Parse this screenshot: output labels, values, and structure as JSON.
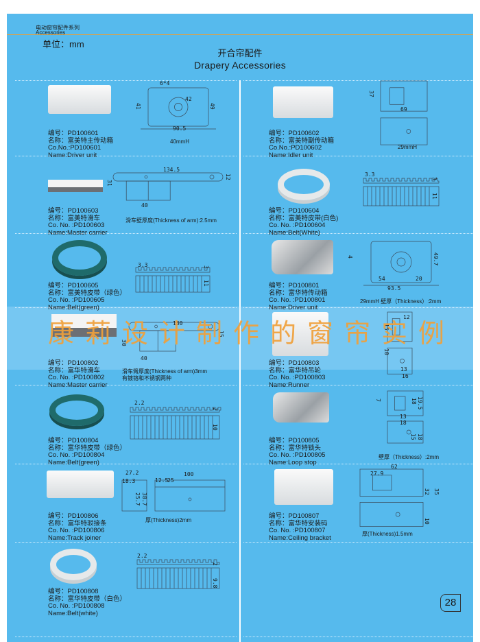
{
  "header": {
    "series_cn": "电动窗帘配件系列",
    "series_en": "Accessories",
    "unit": "单位：mm",
    "title_cn": "开合帘配件",
    "title_en": "Drapery Accessories"
  },
  "watermark": "康莉设计制作的窗帘实例",
  "page_number": "28",
  "colors": {
    "background": "#56baed",
    "rule": "#d9a24a",
    "watermark": "#f0a03a"
  },
  "products": [
    {
      "id": "PD100601",
      "code": "编号：PD100601",
      "name_cn": "名称：富美特主传动箱",
      "co_no": "Co.No.:PD100601",
      "name_en": "Name:Driver unit",
      "dims": [
        "6*4",
        "42",
        "41",
        "49",
        "90.5"
      ],
      "note": [
        "40mmH"
      ]
    },
    {
      "id": "PD100602",
      "code": "编号：PD100602",
      "name_cn": "名称：富美特副传动箱",
      "co_no": "Co.No.:PD100602",
      "name_en": "Name:Idler unit",
      "dims": [
        "37",
        "69"
      ],
      "note": [
        "29mmH"
      ]
    },
    {
      "id": "PD100603",
      "code": "编号：PD100603",
      "name_cn": "名称：富美特滑车",
      "co_no": "Co. No. :PD100603",
      "name_en": "Name:Master carrier",
      "dims": [
        "134.5",
        "12",
        "31",
        "40"
      ],
      "note": [
        "滑车壁厚度(Thickness of arm):2.5mm"
      ]
    },
    {
      "id": "PD100604",
      "code": "编号：PD100604",
      "name_cn": "名称：富美特皮带(白色)",
      "co_no": "Co. No. :PD100604",
      "name_en": "Name:Belt(White)",
      "dims": [
        "3.3",
        "3",
        "11"
      ],
      "note": []
    },
    {
      "id": "PD100605",
      "code": "编号：PD100605",
      "name_cn": "名称：富美特皮带（绿色）",
      "co_no": "Co. No. :PD100605",
      "name_en": "Name:Belt(green)",
      "dims": [
        "3.3",
        "3",
        "11"
      ],
      "note": []
    },
    {
      "id": "PD100801",
      "code": "编号：PD100801",
      "name_cn": "名称：富华特传动箱",
      "co_no": "Co. No. :PD100801",
      "name_en": "Name:Driver unit",
      "dims": [
        "4",
        "49.7",
        "54",
        "20",
        "93.5"
      ],
      "note": [
        "29mmH 壁厚（Thickness）:2mm"
      ]
    },
    {
      "id": "PD100802",
      "code": "编号：PD100802",
      "name_cn": "名称：富华特滑车",
      "co_no": "Co. No. :PD100802",
      "name_en": "Name:Master carrier",
      "dims": [
        "130",
        "15",
        "30",
        "40"
      ],
      "note": [
        "滑车臂厚度(Thickness of arm)3mm",
        "有镀铬和不锈钢两种"
      ]
    },
    {
      "id": "PD100803",
      "code": "编号：PD100803",
      "name_cn": "名称：富华特吊轮",
      "co_no": "Co. No. :PD100803",
      "name_en": "Name:Runner",
      "dims": [
        "12",
        "15",
        "10",
        "13",
        "16"
      ],
      "note": []
    },
    {
      "id": "PD100804",
      "code": "编号：PD100804",
      "name_cn": "名称：富华特皮带（绿色）",
      "co_no": "Co. No. :PD100804",
      "name_en": "Name:Belt(green)",
      "dims": [
        "2.2",
        "2",
        "10"
      ],
      "note": []
    },
    {
      "id": "PD100805",
      "code": "编号：PD100805",
      "name_cn": "名称：富华特锁头",
      "co_no": "Co. No. :PD100805",
      "name_en": "Name:Loop stop",
      "dims": [
        "7",
        "18",
        "19.5",
        "13",
        "18",
        "15",
        "18"
      ],
      "note": [
        "壁厚（Thickness）:2mm"
      ]
    },
    {
      "id": "PD100806",
      "code": "编号：PD100806",
      "name_cn": "名称：富华特驳接条",
      "co_no": "Co. No. :PD100806",
      "name_en": "Name:Track joiner",
      "dims": [
        "27.2",
        "18.3",
        "25.7",
        "38.7",
        "12.5",
        "25",
        "100"
      ],
      "note": [
        "厚(Thickness)2mm"
      ]
    },
    {
      "id": "PD100807",
      "code": "编号：PD100807",
      "name_cn": "名称：富华特安装码",
      "co_no": "Co. No. :PD100807",
      "name_en": "Name:Ceiling bracket",
      "dims": [
        "62",
        "27.9",
        "32",
        "35",
        "10"
      ],
      "note": [
        "厚(Thickness)1.5mm"
      ]
    },
    {
      "id": "PD100808",
      "code": "编号：PD100808",
      "name_cn": "名称：富华特皮带（白色）",
      "co_no": "Co. No. :PD100808",
      "name_en": "Name:Belt(white)",
      "dims": [
        "2.2",
        "2",
        "9.8"
      ],
      "note": []
    }
  ]
}
